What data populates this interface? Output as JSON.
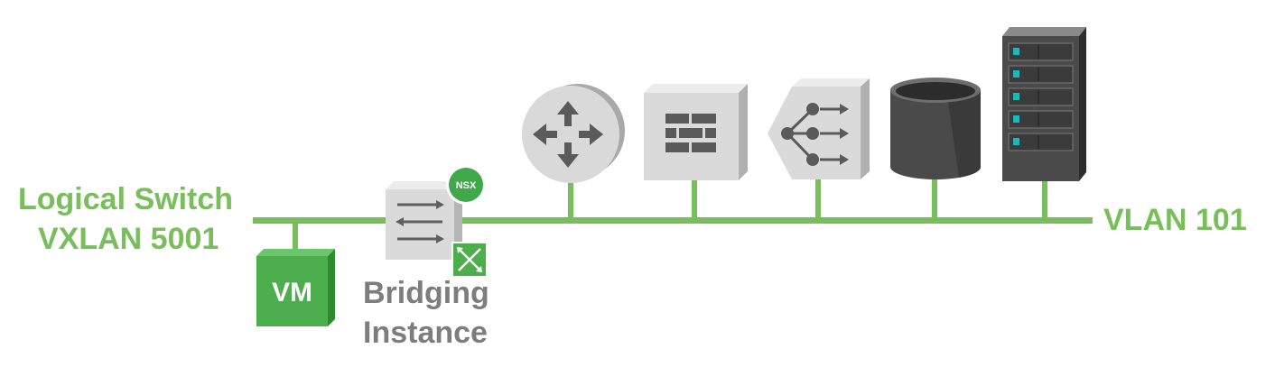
{
  "diagram": {
    "left_label": {
      "line1": "Logical Switch",
      "line2": "VXLAN 5001"
    },
    "right_label": "VLAN 101",
    "vm": {
      "label": "VM"
    },
    "bridge": {
      "badge": "NSX",
      "caption_line1": "Bridging",
      "caption_line2": "Instance"
    },
    "devices": [
      "router",
      "firewall",
      "load-balancer",
      "storage",
      "server-rack"
    ]
  },
  "colors": {
    "link_green": "#78be5a",
    "vm_green": "#4cae4c",
    "label_grey": "#7d7d7d",
    "device_light": "#d9d9d9",
    "device_dark": "#4a4a4a",
    "indicator_teal": "#1fb8b8"
  }
}
